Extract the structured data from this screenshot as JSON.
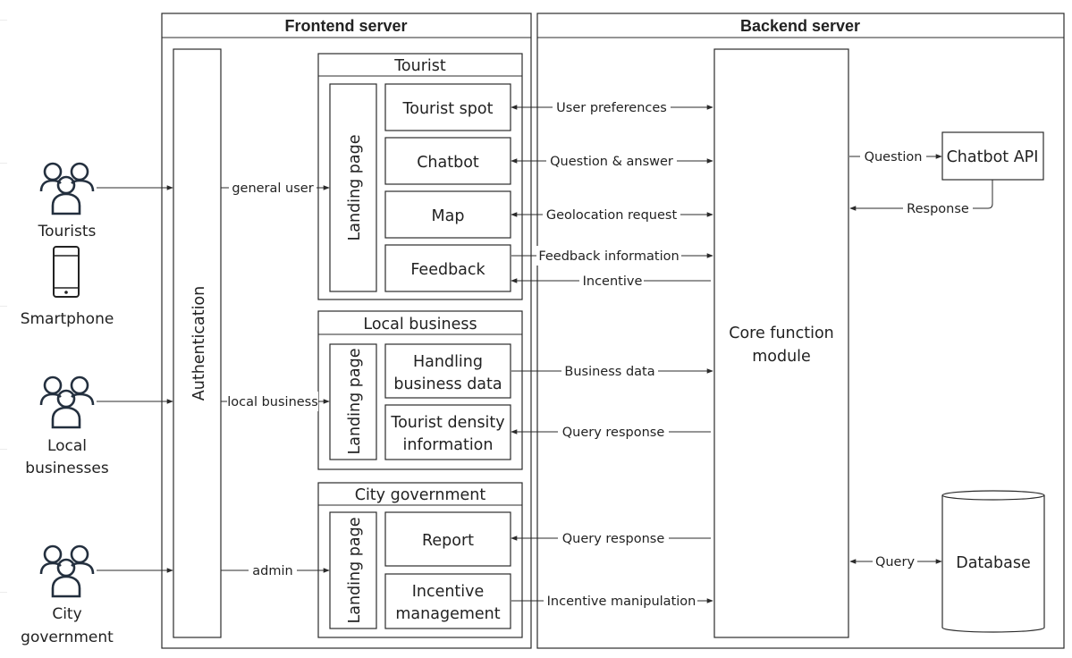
{
  "frontend": {
    "title": "Frontend server",
    "authentication": "Authentication",
    "groups": {
      "tourist": {
        "title": "Tourist",
        "landing": "Landing page",
        "items": [
          "Tourist spot",
          "Chatbot",
          "Map",
          "Feedback"
        ]
      },
      "local_business": {
        "title": "Local business",
        "landing": "Landing page",
        "items": [
          [
            "Handling",
            "business data"
          ],
          [
            "Tourist density",
            "information"
          ]
        ]
      },
      "city_government": {
        "title": "City government",
        "landing": "Landing page",
        "items": [
          [
            "Report"
          ],
          [
            "Incentive",
            "management"
          ]
        ]
      }
    },
    "routes": [
      "general user",
      "local business",
      "admin"
    ]
  },
  "backend": {
    "title": "Backend server",
    "core": [
      "Core function",
      "module"
    ],
    "chatbot_api": "Chatbot API",
    "database": "Database"
  },
  "actors": {
    "tourists": "Tourists",
    "smartphone": "Smartphone",
    "local_businesses": [
      "Local",
      "businesses"
    ],
    "city_government": [
      "City",
      "government"
    ]
  },
  "edges": {
    "user_preferences": "User preferences",
    "question_answer": "Question & answer",
    "geolocation_request": "Geolocation request",
    "feedback_information": "Feedback information",
    "incentive": "Incentive",
    "business_data": "Business data",
    "query_response_1": "Query response",
    "query_response_2": "Query response",
    "incentive_manipulation": "Incentive manipulation",
    "question": "Question",
    "response": "Response",
    "query": "Query"
  }
}
